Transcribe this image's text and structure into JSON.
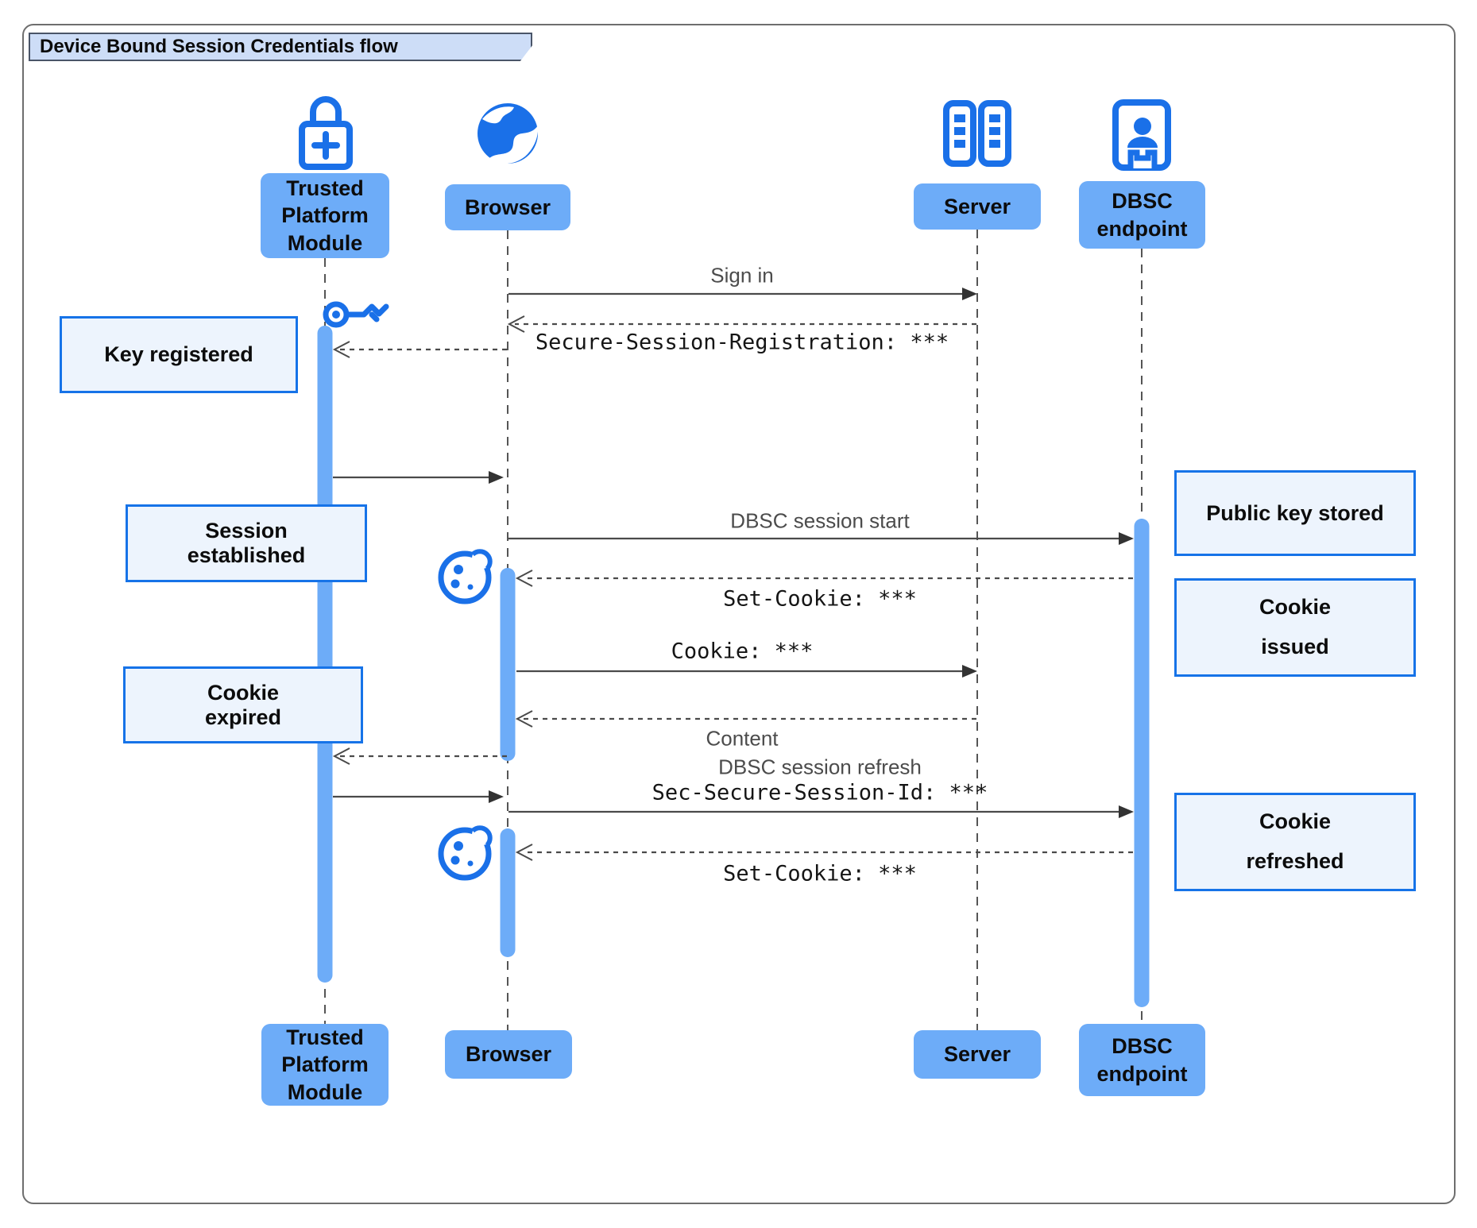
{
  "title": "Device Bound Session Credentials flow",
  "diagram_type": "sequence",
  "participants": [
    {
      "id": "tpm",
      "label": "Trusted\nPlatform\nModule",
      "icon": "lock-plus-icon"
    },
    {
      "id": "browser",
      "label": "Browser",
      "icon": "globe-icon"
    },
    {
      "id": "server",
      "label": "Server",
      "icon": "server-rack-icon"
    },
    {
      "id": "dbsc",
      "label": "DBSC\nendpoint",
      "icon": "door-person-icon"
    }
  ],
  "messages": [
    {
      "from": "browser",
      "to": "server",
      "label": "Sign in",
      "style": "solid"
    },
    {
      "from": "server",
      "to": "browser",
      "label": "Secure-Session-Registration: ***",
      "style": "dashed",
      "mono": true
    },
    {
      "from": "browser",
      "to": "tpm",
      "label": "",
      "style": "dashed"
    },
    {
      "from": "tpm",
      "to": "browser",
      "label": "",
      "style": "solid"
    },
    {
      "from": "browser",
      "to": "dbsc",
      "label": "DBSC session start",
      "style": "solid"
    },
    {
      "from": "dbsc",
      "to": "browser",
      "label": "Set-Cookie: ***",
      "style": "dashed",
      "mono": true
    },
    {
      "from": "browser",
      "to": "server",
      "label": "Cookie: ***",
      "style": "solid",
      "mono": true
    },
    {
      "from": "server",
      "to": "browser",
      "label": "Content",
      "style": "dashed"
    },
    {
      "from": "browser",
      "to": "tpm",
      "label": "",
      "style": "dashed"
    },
    {
      "from": "tpm",
      "to": "browser",
      "label": "",
      "style": "solid"
    },
    {
      "from": "browser",
      "to": "dbsc",
      "label": "DBSC session refresh",
      "label2": "Sec-Secure-Session-Id: ***",
      "style": "solid"
    },
    {
      "from": "dbsc",
      "to": "browser",
      "label": "Set-Cookie: ***",
      "style": "dashed",
      "mono": true
    }
  ],
  "notes": [
    {
      "side": "left",
      "text": "Key registered"
    },
    {
      "side": "left",
      "text": "Session\nestablished"
    },
    {
      "side": "right",
      "text": "Public key stored"
    },
    {
      "side": "right",
      "text": "Cookie\nissued"
    },
    {
      "side": "left",
      "text": "Cookie\nexpired"
    },
    {
      "side": "right",
      "text": "Cookie\nrefreshed"
    }
  ],
  "decorations": [
    {
      "icon": "key-icon",
      "meaning": "device-bound key generated"
    },
    {
      "icon": "cookie-icon",
      "meaning": "cookie received"
    },
    {
      "icon": "cookie-icon",
      "meaning": "cookie received"
    }
  ],
  "colors": {
    "icon_blue": "#1a70e8",
    "participant_fill": "#6dacf8",
    "activation_fill": "#6dacf8",
    "note_fill": "#edf4fd",
    "note_border": "#1673e8",
    "title_fill": "#cdddf7",
    "line_gray": "#4a4a4a"
  }
}
